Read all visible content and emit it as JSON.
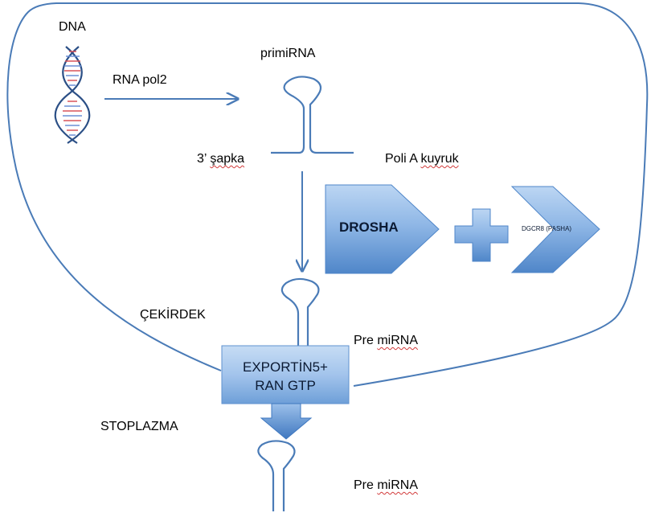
{
  "labels": {
    "dna": "DNA",
    "rna_pol2": "RNA pol2",
    "primirna": "primiRNA",
    "cap_prefix": "3’ ",
    "cap_word": "şapka",
    "polya_prefix": "Poli A ",
    "polya_word": "kuyruk",
    "drosha": "DROSHA",
    "dgcr8": "DGCR8 (PASHA)",
    "nucleus": "ÇEKİRDEK",
    "pre_mirna_1_prefix": "Pre ",
    "pre_mirna_1_word": "miRNA",
    "exportin_line1": "EXPORTİN5+",
    "exportin_line2": "RAN GTP",
    "cytoplasm": "STOPLAZMA",
    "pre_mirna_2_prefix": "Pre ",
    "pre_mirna_2_word": "miRNA"
  },
  "colors": {
    "line_blue": "#4a7bb7",
    "arrow_light": "#a9c9ee",
    "arrow_dark": "#4f86c9",
    "dna_strand": "#2b4f86",
    "dna_rung_red": "#d9545a",
    "dna_rung_blue": "#6b8fd6",
    "squiggle": "#d23a3a"
  },
  "icons": {
    "dna": "dna-helix-icon",
    "plus": "plus-icon"
  }
}
